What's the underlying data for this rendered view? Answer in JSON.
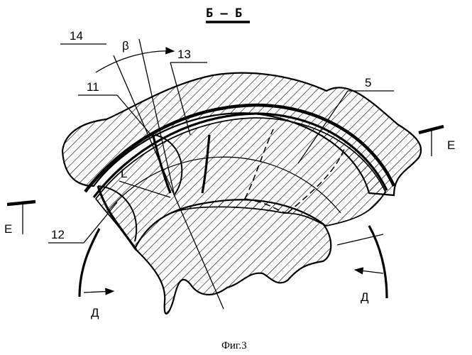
{
  "figure": {
    "section_title": "Б – Б",
    "caption": "Фиг.3"
  },
  "labels": {
    "part_14": "14",
    "angle_beta": "β",
    "part_13": "13",
    "part_11": "11",
    "part_5": "5",
    "length_L": "L",
    "part_12": "12",
    "section_e_left": "Е",
    "section_e_right": "Е",
    "section_d_left": "Д",
    "section_d_right": "Д"
  }
}
